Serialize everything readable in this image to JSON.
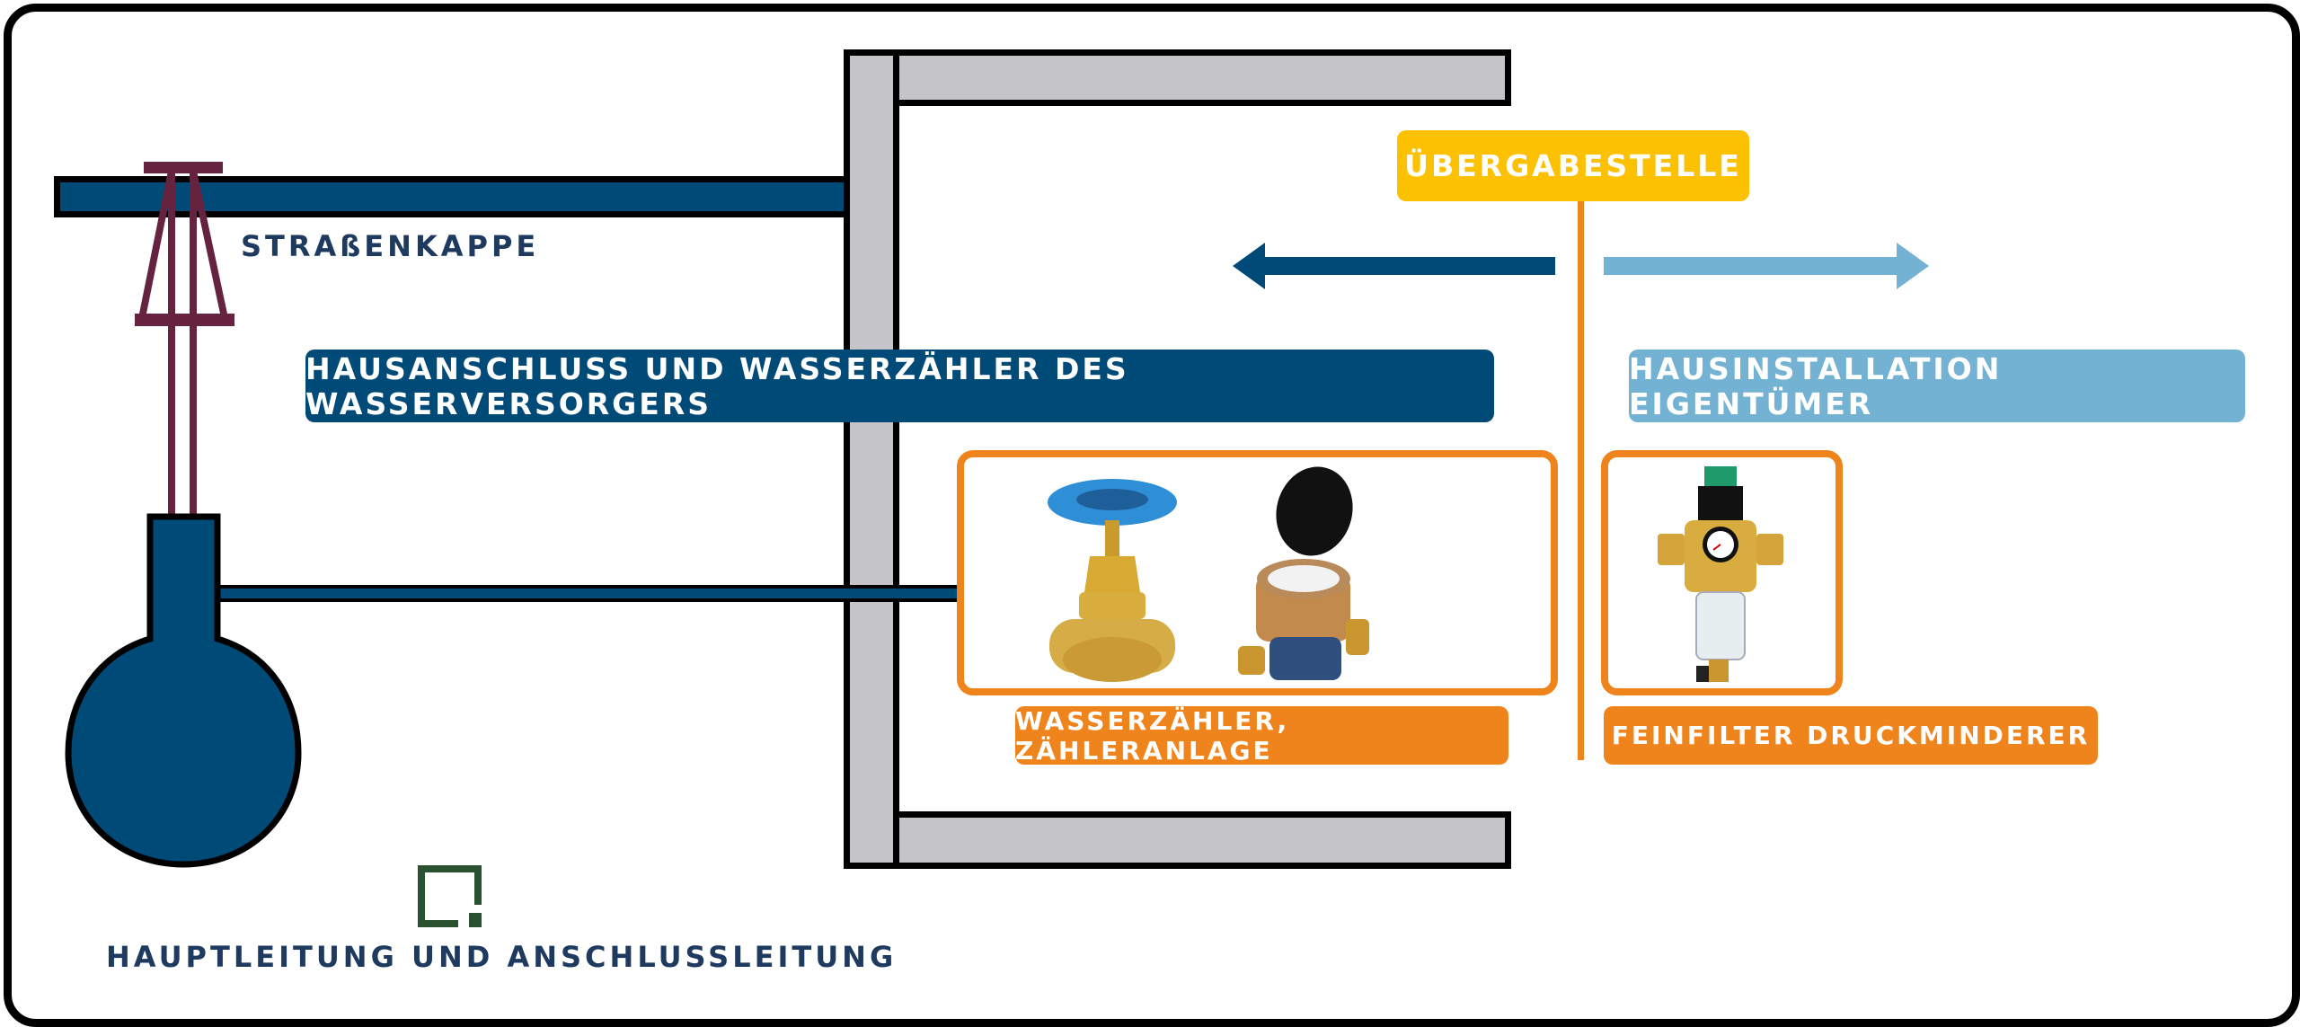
{
  "labels": {
    "street_cap": "STRAßENKAPPE",
    "main_line": "HAUPTLEITUNG UND ANSCHLUSSLEITUNG",
    "supplier_section": "HAUSANSCHLUSS UND WASSERZÄHLER DES WASSERVERSORGERS",
    "owner_section": "HAUSINSTALLATION EIGENTÜMER",
    "handover_point": "ÜBERGABESTELLE",
    "meter_box_caption": "WASSERZÄHLER, ZÄHLERANLAGE",
    "filter_box_caption": "FEINFILTER DRUCKMINDERER"
  },
  "equipment": {
    "meter_box": [
      "gate-valve",
      "water-meter"
    ],
    "filter_box": [
      "pressure-reducer-filter"
    ]
  },
  "arrows": {
    "left": "supplier-responsibility",
    "right": "owner-responsibility"
  },
  "colors": {
    "pipe_blue": "#004a77",
    "light_blue": "#73b2d2",
    "cap_maroon": "#66233f",
    "wall_gray": "#c4c4c9",
    "handover_yellow": "#fbc102",
    "accent_orange": "#f0841c",
    "text_navy": "#1f3a5f",
    "logo_green": "#2a5230"
  }
}
